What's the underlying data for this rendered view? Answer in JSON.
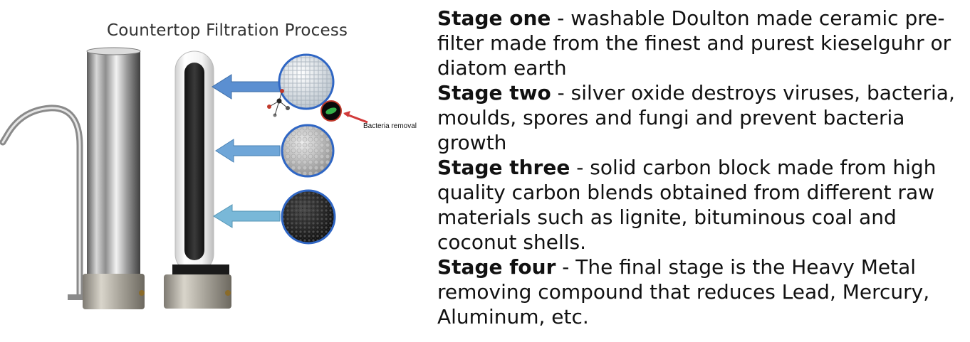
{
  "figure": {
    "title": "Countertop Filtration Process",
    "callout": "Bacteria removal"
  },
  "stages": [
    {
      "label": "Stage one",
      "text": " - washable Doulton made ceramic pre-filter made from the finest and purest kieselguhr or diatom earth"
    },
    {
      "label": "Stage two",
      "text": " - silver oxide destroys viruses, bacteria, moulds, spores and fungi and prevent bacteria growth"
    },
    {
      "label": "Stage three",
      "text": " - solid carbon block made from high quality carbon blends obtained from different raw materials such as lignite, bituminous coal and coconut shells."
    },
    {
      "label": "Stage four",
      "text": " - The final stage is the Heavy Metal removing compound that reduces Lead, Mercury, Aluminum, etc."
    }
  ],
  "colors": {
    "arrow_blue": "#5b8fd1",
    "arrow_light_blue": "#79b8d8",
    "bacteria_arrow": "#d23a3a"
  }
}
